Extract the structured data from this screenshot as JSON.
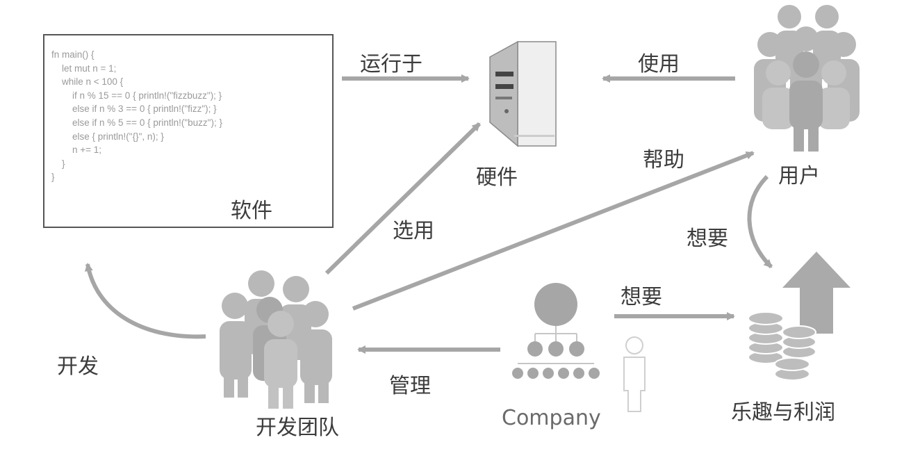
{
  "code": {
    "lines": [
      "fn main() {",
      "    let mut n = 1;",
      "    while n < 100 {",
      "        if n % 15 == 0 { println!(\"fizzbuzz\"); }",
      "        else if n % 3 == 0 { println!(\"fizz\"); }",
      "        else if n % 5 == 0 { println!(\"buzz\"); }",
      "        else { println!(\"{}\", n); }",
      "        n += 1;",
      "    }",
      "}"
    ],
    "title": "软件"
  },
  "nodes": {
    "hardware": "硬件",
    "users": "用户",
    "team": "开发团队",
    "company": "Company",
    "fun_profit": "乐趣与利润"
  },
  "edges": {
    "runs_on": "运行于",
    "uses": "使用",
    "helps": "帮助",
    "chooses": "选用",
    "wants_users": "想要",
    "wants_company": "想要",
    "manages": "管理",
    "develops": "开发"
  },
  "colors": {
    "arrow": "#a6a6a6",
    "icon": "#b5b5b5",
    "icon_dark": "#9e9e9e"
  }
}
